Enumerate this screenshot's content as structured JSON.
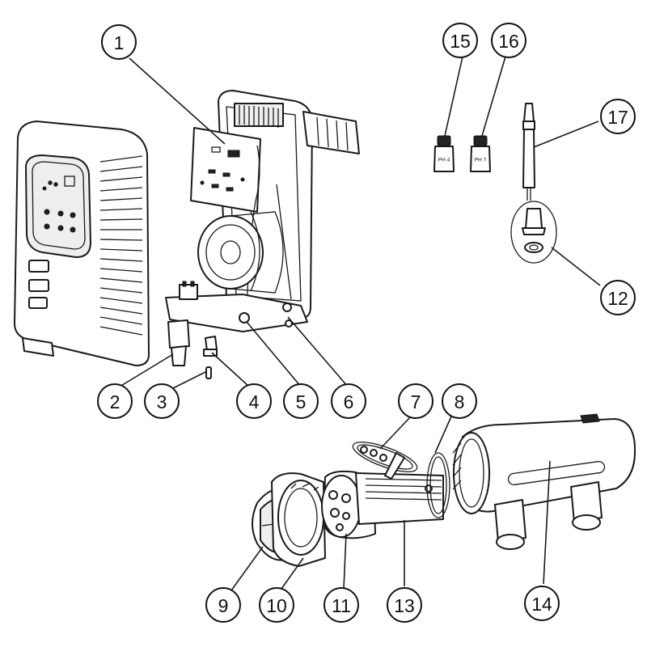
{
  "diagram": {
    "callouts": [
      {
        "id": "1",
        "label": "1"
      },
      {
        "id": "2",
        "label": "2"
      },
      {
        "id": "3",
        "label": "3"
      },
      {
        "id": "4",
        "label": "4"
      },
      {
        "id": "5",
        "label": "5"
      },
      {
        "id": "6",
        "label": "6"
      },
      {
        "id": "7",
        "label": "7"
      },
      {
        "id": "8",
        "label": "8"
      },
      {
        "id": "9",
        "label": "9"
      },
      {
        "id": "10",
        "label": "10"
      },
      {
        "id": "11",
        "label": "11"
      },
      {
        "id": "12",
        "label": "12"
      },
      {
        "id": "13",
        "label": "13"
      },
      {
        "id": "14",
        "label": "14"
      },
      {
        "id": "15",
        "label": "15"
      },
      {
        "id": "16",
        "label": "16"
      },
      {
        "id": "17",
        "label": "17"
      }
    ],
    "bottle_labels": {
      "ph4": "PH 4",
      "ph7": "PH 7"
    }
  }
}
